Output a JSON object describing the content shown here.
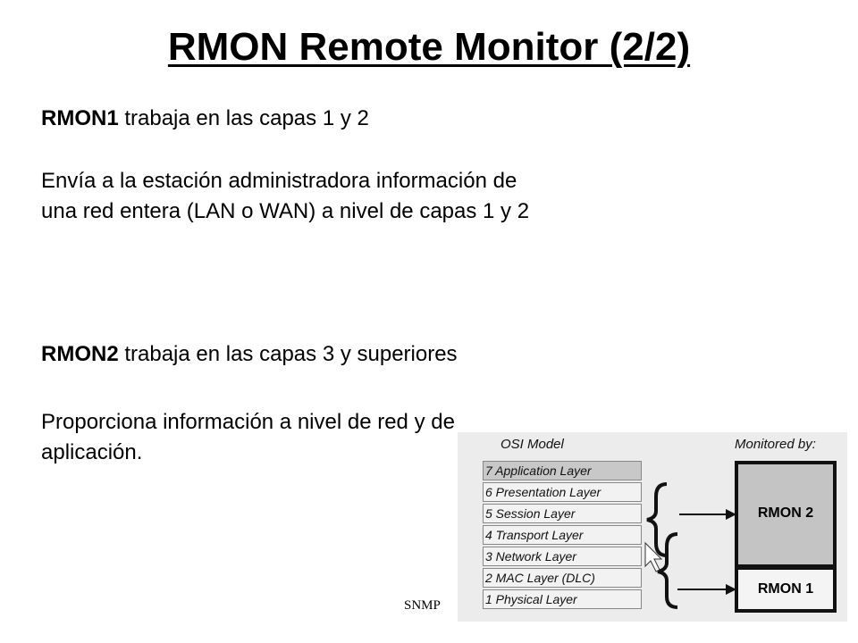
{
  "slide": {
    "title": "RMON Remote Monitor (2/2)",
    "p1_bold": "RMON1",
    "p1_rest": " trabaja en las capas 1 y 2",
    "p2_line1": "Envía a la estación administradora información de",
    "p2_line2": "una red entera (LAN o WAN) a nivel de capas 1 y 2",
    "p3_bold": "RMON2",
    "p3_rest": " trabaja en las capas 3 y superiores",
    "p4_line1": "Proporciona información a nivel de red y de",
    "p4_line2": "aplicación.",
    "footer": "SNMP"
  },
  "figure": {
    "osi_label": "OSI Model",
    "monitored_label": "Monitored by:",
    "layers": [
      "7 Application Layer",
      "6 Presentation Layer",
      "5 Session Layer",
      "4 Transport Layer",
      "3 Network Layer",
      "2 MAC Layer  (DLC)",
      "1 Physical Layer"
    ],
    "rmon2": "RMON 2",
    "rmon1": "RMON 1"
  }
}
